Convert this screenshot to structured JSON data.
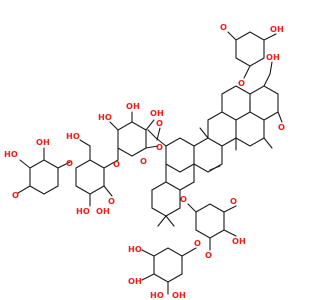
{
  "structure": {
    "kind": "skeletal-formula",
    "atom_labels": [
      {
        "id": "oh-top-left-1",
        "text": "HO"
      },
      {
        "id": "oh-top-left-2",
        "text": "OH"
      },
      {
        "id": "o-ring-left",
        "text": "O"
      },
      {
        "id": "o-link-left",
        "text": "O"
      },
      {
        "id": "oh-left-3",
        "text": "HO"
      },
      {
        "id": "o-ring-mid-left",
        "text": "O"
      },
      {
        "id": "oh-left-4",
        "text": "HO"
      },
      {
        "id": "oh-left-5",
        "text": "OH"
      },
      {
        "id": "o-link-mid",
        "text": "O"
      },
      {
        "id": "oh-mid-1",
        "text": "HO"
      },
      {
        "id": "oh-mid-2",
        "text": "OH"
      },
      {
        "id": "oh-mid-3",
        "text": "OH"
      },
      {
        "id": "o-ring-mid",
        "text": "O"
      },
      {
        "id": "o-ester",
        "text": "O"
      },
      {
        "id": "o-carbonyl",
        "text": "O"
      },
      {
        "id": "oh-top-right",
        "text": "OH"
      },
      {
        "id": "o-link-right",
        "text": "O"
      },
      {
        "id": "o-ring-right",
        "text": "O"
      },
      {
        "id": "oh-right-1",
        "text": "OH"
      },
      {
        "id": "o-link-right-2",
        "text": "O"
      },
      {
        "id": "oh-right-2",
        "text": "O"
      },
      {
        "id": "o-ring-low-right",
        "text": "O"
      },
      {
        "id": "oh-low-1",
        "text": "OH"
      },
      {
        "id": "o-link-low",
        "text": "O"
      },
      {
        "id": "oh-low-2",
        "text": "HO"
      },
      {
        "id": "oh-low-3",
        "text": "OH"
      },
      {
        "id": "o-ring-bottom",
        "text": "O"
      },
      {
        "id": "oh-bottom-1",
        "text": "HO"
      },
      {
        "id": "oh-bottom-2",
        "text": "OH"
      }
    ],
    "colors": {
      "bond": "#1a1a1a",
      "oxygen": "#e8211d",
      "carbon": "#1a1a1a",
      "background": "#ffffff"
    }
  }
}
